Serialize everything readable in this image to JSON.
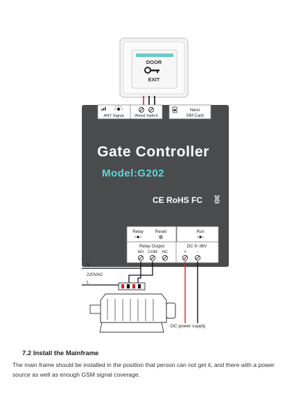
{
  "exit_button": {
    "line1": "DOOR",
    "line2": "EXIT"
  },
  "top_labels": {
    "ant_signal": "ANT Signal",
    "wired_switch": "Wired Switch",
    "nano": "Nano",
    "sim_card": "SIM Card"
  },
  "device": {
    "title": "Gate Controller",
    "model": "Model:G202",
    "cert": "CE RoHS FC",
    "relay": "Relay",
    "reset": "Reset",
    "run": "Run",
    "relay_output": "Relay Output",
    "no": "NO",
    "com": "COM",
    "nc": "NC",
    "dc": "DC 9~36V",
    "plus": "+",
    "minus": "-"
  },
  "wiring": {
    "n": "N",
    "vac": "220VAC",
    "l": "L",
    "dc_power": "DC power supply"
  },
  "section": {
    "heading": "7.2 Install the Mainframe",
    "body": "The main frame should be installed in the position that person can not get it, and there with a power source as well as enough GSM signal coverage."
  },
  "colors": {
    "panel": "#4a4b4d",
    "accent_cyan": "#5fd6df",
    "wire_red": "#d8231f",
    "wire_black": "#111111"
  }
}
